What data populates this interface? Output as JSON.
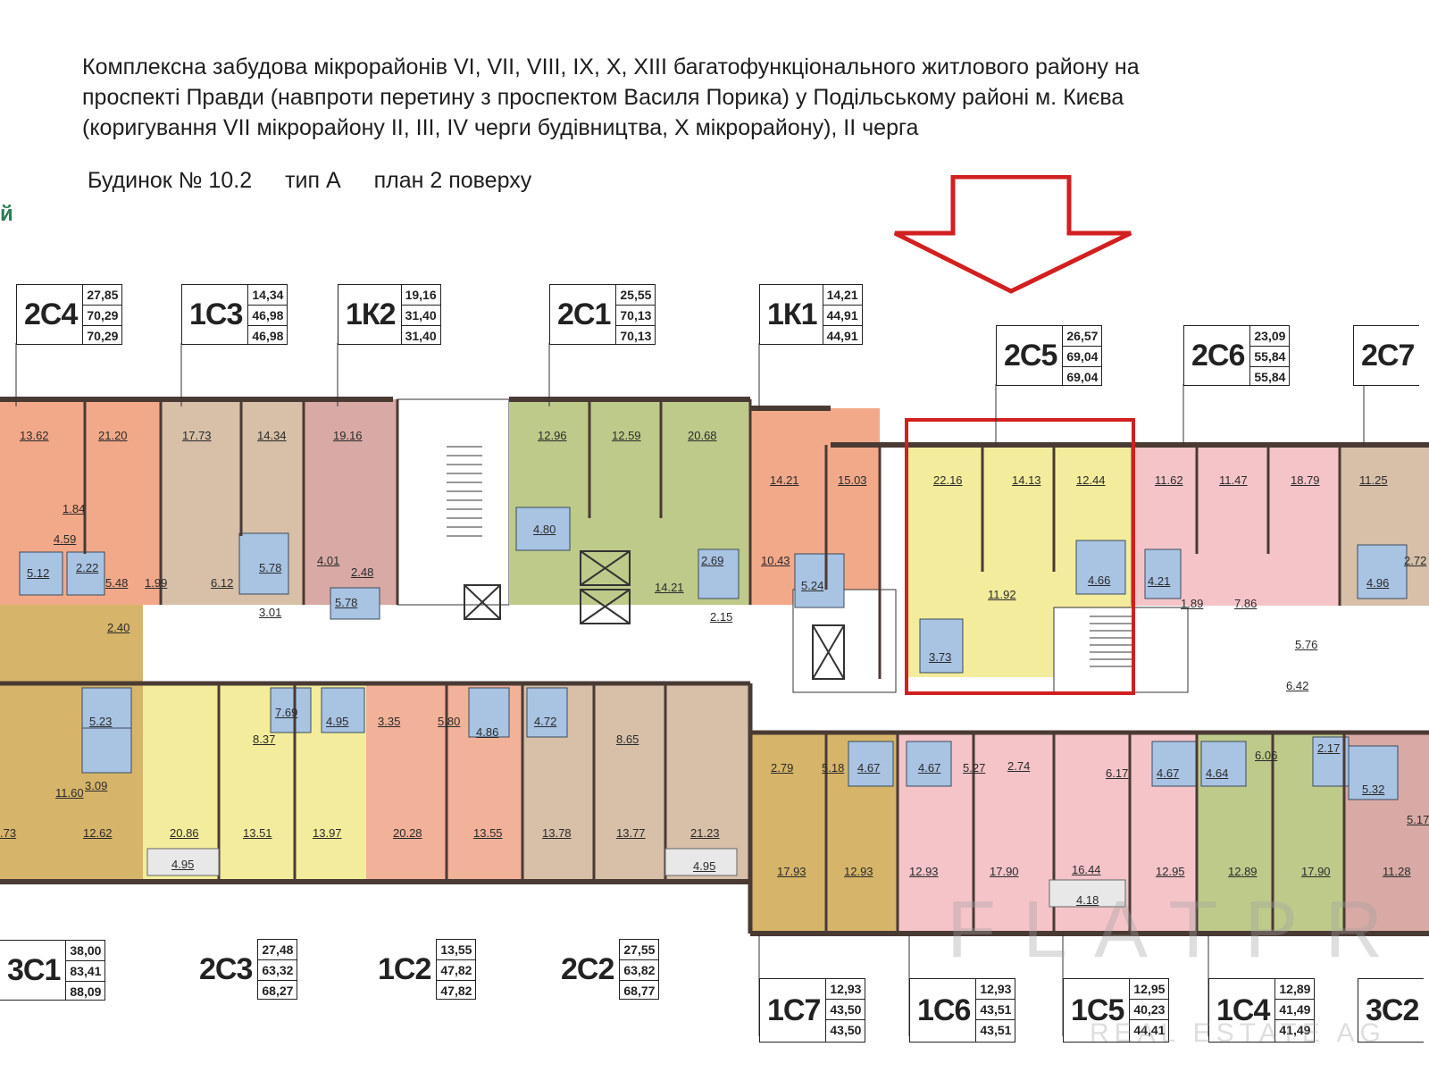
{
  "header": {
    "lines": [
      "Комплексна забудова мікрорайонів VI, VII, VIII, IX, X, XIII багатофункціонального житлового району на",
      "проспекті Правди (навпроти перетину з проспектом Василя Порика) у Подільському районі м. Києва",
      "(коригування VII мікрорайону II, III, IV черги будівництва, X мікрорайону), II черга"
    ],
    "building": "Будинок № 10.2",
    "type": "тип А",
    "floor": "план 2 поверху"
  },
  "left_fragment": "й",
  "apartments_top": [
    {
      "code": "2С4",
      "areas": [
        "27,85",
        "70,29",
        "70,29"
      ]
    },
    {
      "code": "1С3",
      "areas": [
        "14,34",
        "46,98",
        "46,98"
      ]
    },
    {
      "code": "1К2",
      "areas": [
        "19,16",
        "31,40",
        "31,40"
      ]
    },
    {
      "code": "2С1",
      "areas": [
        "25,55",
        "70,13",
        "70,13"
      ]
    },
    {
      "code": "1К1",
      "areas": [
        "14,21",
        "44,91",
        "44,91"
      ]
    },
    {
      "code": "2С5",
      "areas": [
        "26,57",
        "69,04",
        "69,04"
      ]
    },
    {
      "code": "2С6",
      "areas": [
        "23,09",
        "55,84",
        "55,84"
      ]
    },
    {
      "code": "2С7",
      "areas": []
    }
  ],
  "apartments_bottom": [
    {
      "code": "3С1",
      "areas": [
        "38,00",
        "83,41",
        "88,09"
      ]
    },
    {
      "code": "2С3",
      "areas": [
        "27,48",
        "63,32",
        "68,27"
      ]
    },
    {
      "code": "1С2",
      "areas": [
        "13,55",
        "47,82",
        "47,82"
      ]
    },
    {
      "code": "2С2",
      "areas": [
        "27,55",
        "63,82",
        "68,77"
      ]
    },
    {
      "code": "1С7",
      "areas": [
        "12,93",
        "43,50",
        "43,50"
      ]
    },
    {
      "code": "1С6",
      "areas": [
        "12,93",
        "43,51",
        "43,51"
      ]
    },
    {
      "code": "1С5",
      "areas": [
        "12,95",
        "40,23",
        "44,41"
      ]
    },
    {
      "code": "1С4",
      "areas": [
        "12,89",
        "41,49",
        "41,49"
      ]
    },
    {
      "code": "3С2",
      "areas": []
    }
  ],
  "rooms": [
    "13.62",
    "21.20",
    "1.84",
    "4.59",
    "5.12",
    "2.22",
    "5.48",
    "1.99",
    "17.73",
    "14.34",
    "6.12",
    "5.78",
    "3.01",
    "19.16",
    "4.01",
    "2.48",
    "5.78",
    "12.96",
    "12.59",
    "20.68",
    "4.80",
    "14.21",
    "2.69",
    "2.15",
    "14.21",
    "15.03",
    "10.43",
    "5.24",
    "22.16",
    "14.13",
    "12.44",
    "11.92",
    "4.66",
    "3.73",
    "11.62",
    "11.47",
    "18.79",
    "11.25",
    "4.21",
    "1.89",
    "7.86",
    "4.96",
    "2.72",
    "5.76",
    "2.40",
    "5.23",
    "11.60",
    "3.09",
    "12.62",
    "8.37",
    "7.69",
    "4.95",
    "20.86",
    "13.51",
    "13.97",
    "4.95",
    "3.35",
    "5.80",
    "4.86",
    "4.72",
    "8.65",
    "20.28",
    "13.55",
    "13.78",
    "13.77",
    "21.23",
    "4.95",
    "2.79",
    "5.18",
    "4.67",
    "4.67",
    "5.27",
    "2.74",
    "17.93",
    "12.93",
    "12.93",
    "17.90",
    "6.17",
    "4.67",
    "4.64",
    "6.06",
    "16.44",
    "12.95",
    "4.18",
    "12.89",
    "17.90",
    "6.42",
    "2.17",
    "5.32",
    "5.17",
    "11.28",
    ".73"
  ],
  "watermark": "FLATPR",
  "watermark_sub": "REAL ESTATE AG"
}
